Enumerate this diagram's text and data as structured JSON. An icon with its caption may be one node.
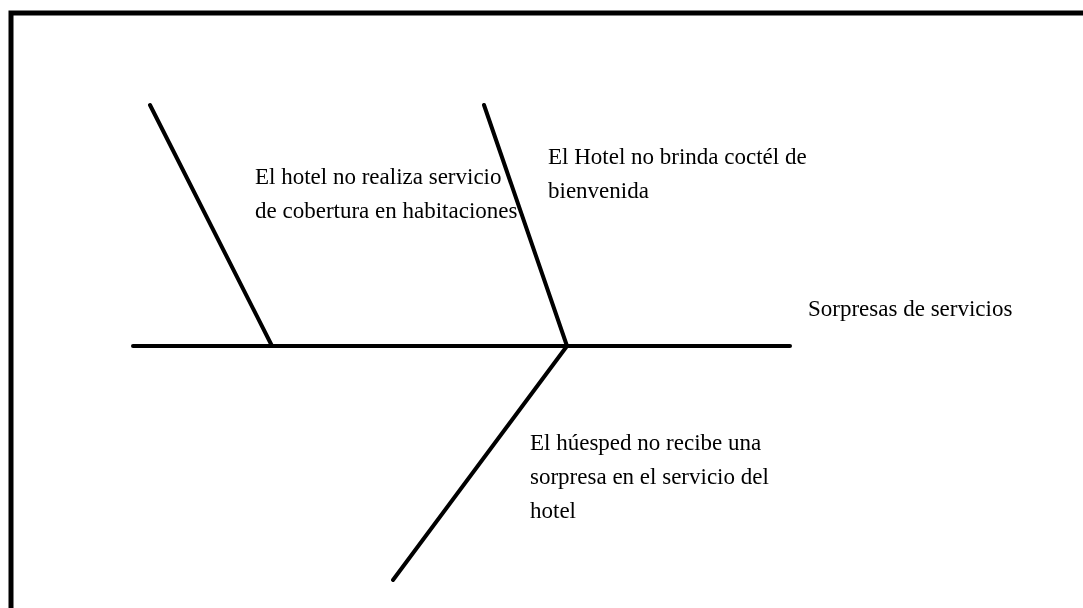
{
  "diagram": {
    "labels": [
      "El hotel no realiza servicio de cobertura en habitaciones",
      "El Hotel no brinda coctél de bienvenida",
      "Sorpresas de servicios",
      "El húesped no recibe una sorpresa en el servicio del hotel"
    ]
  }
}
